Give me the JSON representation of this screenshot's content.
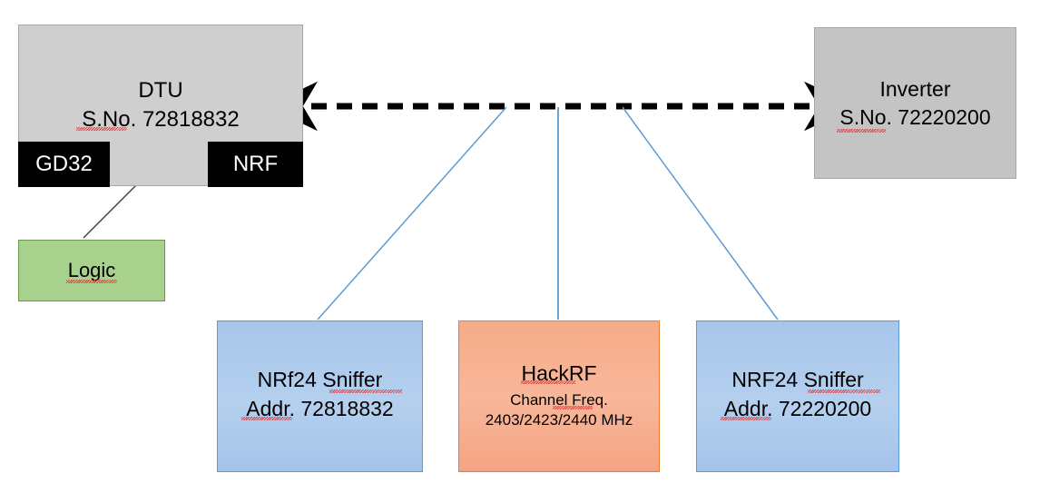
{
  "diagram": {
    "title": "RF sniffing setup block diagram",
    "nodes": {
      "dtu": {
        "line1": "DTU",
        "line2": "S.No. 72818832"
      },
      "gd32": {
        "label": "GD32"
      },
      "nrf": {
        "label": "NRF"
      },
      "logic": {
        "label": "Logic"
      },
      "inverter": {
        "line1": "Inverter",
        "line2": "S.No. 72220200"
      },
      "sniffer_left": {
        "line1": "NRf24 Sniffer",
        "line2": "Addr. 72818832"
      },
      "hackrf": {
        "line1": "HackRF",
        "line2": "Channel Freq.",
        "line3": "2403/2423/2440 MHz"
      },
      "sniffer_right": {
        "line1": "NRF24 Sniffer",
        "line2": "Addr. 72220200"
      }
    },
    "connectors": {
      "rf_link": "dashed-double-arrow-dtu-inverter",
      "chip_link": "double-arrow-gd32-nrf",
      "logic_probe": "line-logic-to-chip-link",
      "tap_left": "line-sniffer-left-to-rf-link",
      "tap_middle": "line-hackrf-to-rf-link",
      "tap_right": "line-sniffer-right-to-rf-link"
    },
    "colors": {
      "grey_box": "#cfcfcf",
      "grey_box_alt": "#c4c4c4",
      "black_chip": "#000000",
      "green_box": "#a9d18e",
      "blue_box": "#a7c6ea",
      "blue_border": "#5b9bd5",
      "orange_box": "#f6ab87",
      "orange_border": "#ed7d31",
      "connector_blue": "#5b9bd5",
      "arrow_black": "#000000",
      "spellcheck_red": "#e03b3b"
    }
  }
}
